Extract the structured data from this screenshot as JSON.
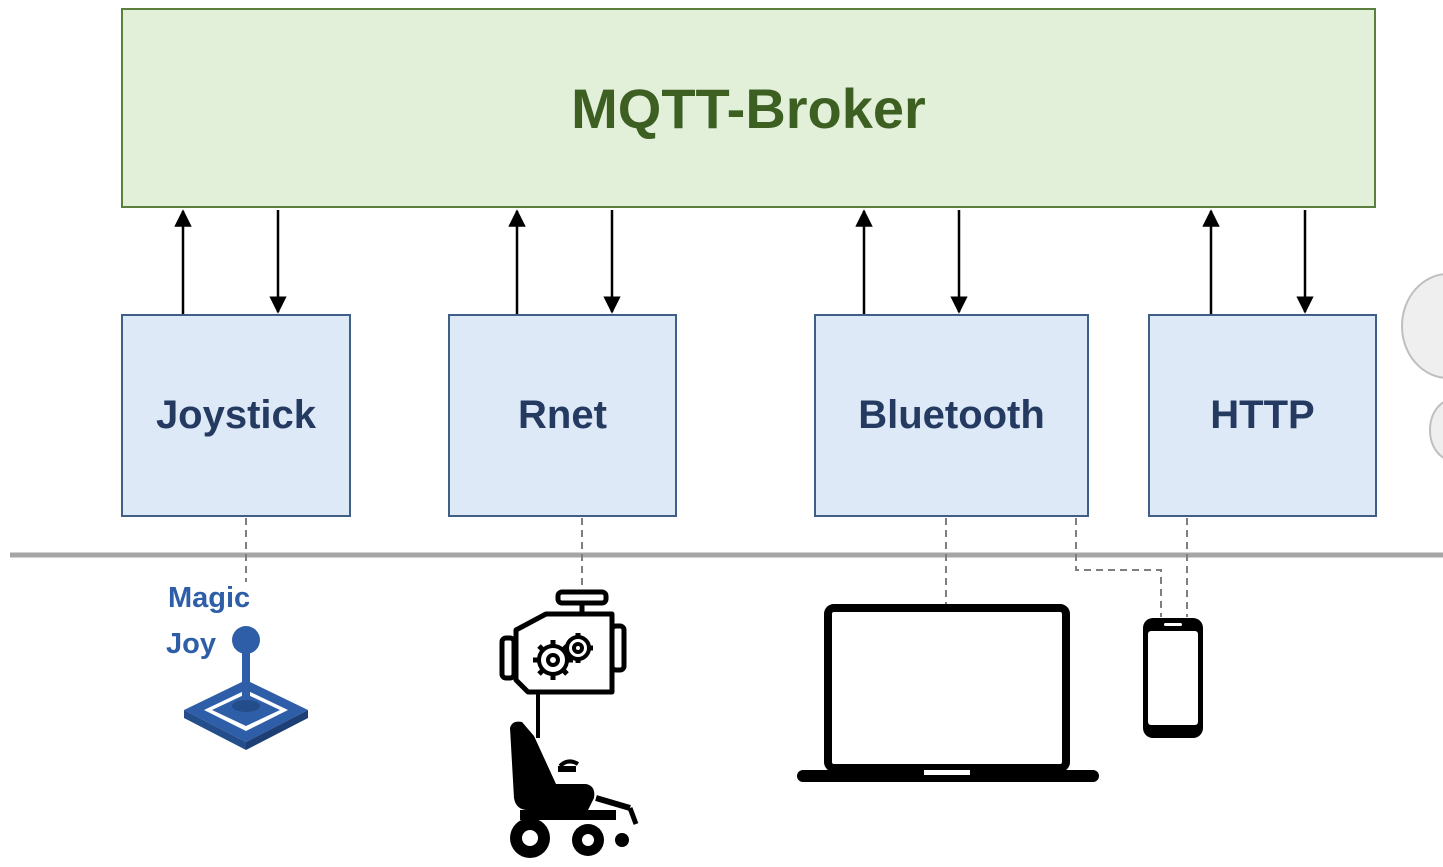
{
  "broker": {
    "title": "MQTT-Broker"
  },
  "modules": [
    {
      "label": "Joystick"
    },
    {
      "label": "Rnet"
    },
    {
      "label": "Bluetooth"
    },
    {
      "label": "HTTP"
    }
  ],
  "devices": {
    "magic_joy": {
      "line1": "Magic",
      "line2": "Joy",
      "icon": "joystick-icon"
    },
    "wheelchair": {
      "icon": "wheelchair-with-gearbox-icon"
    },
    "laptop": {
      "icon": "laptop-icon"
    },
    "phone": {
      "icon": "smartphone-icon"
    }
  },
  "colors": {
    "broker_fill": "#e2efd9",
    "broker_border": "#5b7f3c",
    "broker_text": "#3d6022",
    "module_fill": "#dde9f6",
    "module_border": "#3f5f87",
    "module_text": "#243a60",
    "bus_line": "#a6a6a6",
    "brand_blue": "#2f5ea8"
  }
}
